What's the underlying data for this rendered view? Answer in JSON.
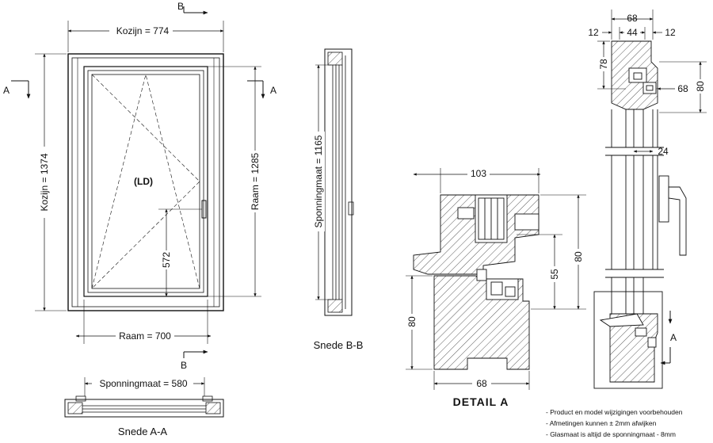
{
  "front_view": {
    "label_kozijn_width": "Kozijn = 774",
    "label_kozijn_height": "Kozijn = 1374",
    "label_raam_height": "Raam = 1285",
    "label_raam_width": "Raam = 700",
    "label_handle_height": "572",
    "label_opening": "(LD)",
    "section_mark_a": "A",
    "section_mark_b": "B"
  },
  "section_aa": {
    "label_sponningmaat": "Sponningmaat = 580",
    "title": "Snede A-A"
  },
  "section_bb": {
    "label_sponningmaat": "Sponningmaat = 1165",
    "title": "Snede B-B"
  },
  "detail_a": {
    "title": "DETAIL  A",
    "dim_top": "103",
    "dim_right": "80",
    "dim_mid": "55",
    "dim_left": "80",
    "dim_bottom": "68"
  },
  "vertical_section": {
    "dim_68_top": "68",
    "dim_12_left": "12",
    "dim_44": "44",
    "dim_12_right": "12",
    "dim_78": "78",
    "dim_80": "80",
    "dim_68_right": "68",
    "dim_24": "24",
    "mark_a": "A"
  },
  "notes": [
    "- Product en model wijzigingen voorbehouden",
    "- Afmetingen kunnen ± 2mm afwijken",
    "- Glasmaat is altijd de sponningmaat - 8mm"
  ]
}
